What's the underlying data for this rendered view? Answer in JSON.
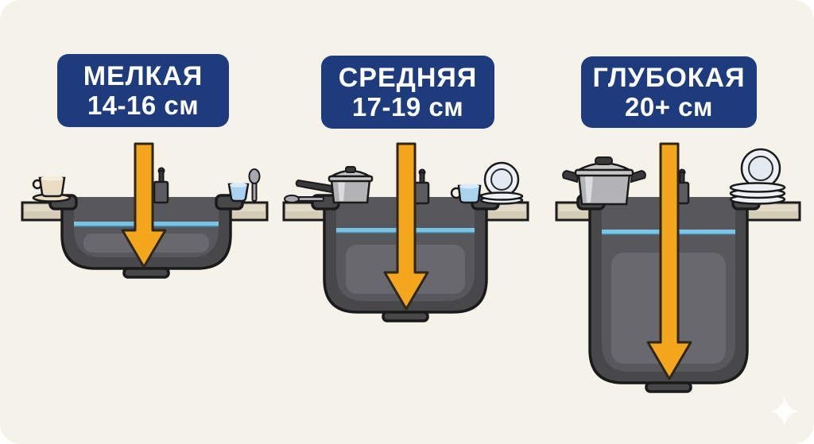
{
  "panels": [
    {
      "title": "МЕЛКАЯ",
      "range": "14-16 см"
    },
    {
      "title": "СРЕДНЯЯ",
      "range": "17-19 см"
    },
    {
      "title": "ГЛУБОКАЯ",
      "range": "20+ см"
    }
  ],
  "illustrations": [
    {
      "items": [
        "teacup-icon",
        "faucet-icon",
        "depth-arrow",
        "glass-icon",
        "spoon-icon",
        "shallow-sink-cross-section"
      ]
    },
    {
      "items": [
        "spoon-icon",
        "saucepan-icon",
        "faucet-icon",
        "depth-arrow",
        "mug-icon",
        "plate-stack-icon",
        "medium-sink-cross-section"
      ]
    },
    {
      "items": [
        "stockpot-icon",
        "faucet-icon",
        "depth-arrow",
        "plate-stack-icon",
        "sparkle-icon",
        "deep-sink-cross-section"
      ]
    }
  ],
  "colors": {
    "background_outer": "#ffffff",
    "background_card": "#f5f2ea",
    "badge_navy": "#1e3c7d",
    "badge_text": "#ffffff",
    "arrow_orange": "#f4a71d",
    "outline_dark": "#1a1a1a",
    "counter_tan": "#d5ccb8",
    "counter_highlight": "#e3dbc9",
    "sink_wall": "#48484a",
    "sink_cavity": "#58585c",
    "sink_inner_light": "#6e6e74",
    "water_blue": "#7cc4e6",
    "dish_white": "#edf1f6",
    "dish_blue": "#a9d3ef",
    "metal_gray": "#b3b3b5",
    "cream_cup": "#e8dcc2",
    "sparkle_white": "#ffffff"
  }
}
